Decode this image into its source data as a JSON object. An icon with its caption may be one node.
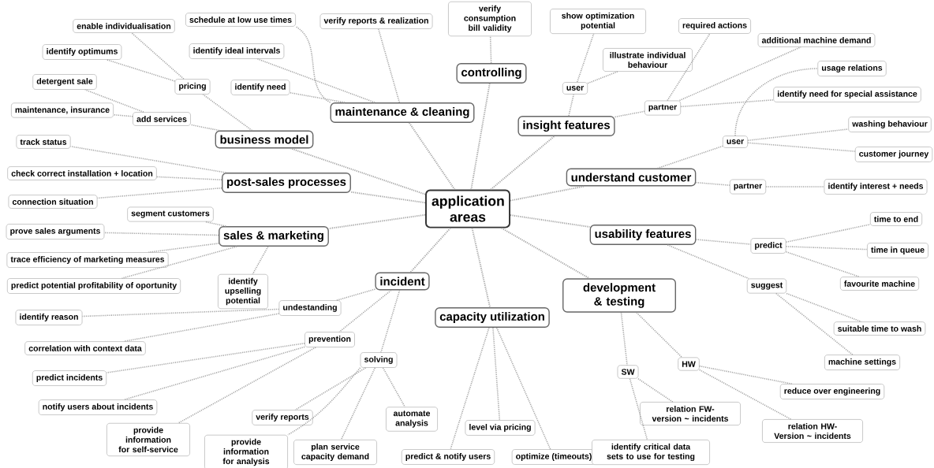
{
  "diagram": {
    "nodes": [
      {
        "text": [
          "application areas"
        ]
      },
      {
        "text": [
          "controlling"
        ]
      },
      {
        "text": [
          "verify consumption bill validity"
        ]
      },
      {
        "text": [
          "maintenance & cleaning"
        ]
      },
      {
        "text": [
          "schedule at low use times"
        ]
      },
      {
        "text": [
          "verify reports & realization"
        ]
      },
      {
        "text": [
          "identify ideal intervals"
        ]
      },
      {
        "text": [
          "identify need"
        ]
      },
      {
        "text": [
          "business model"
        ]
      },
      {
        "text": [
          "pricing"
        ]
      },
      {
        "text": [
          "enable individualisation"
        ]
      },
      {
        "text": [
          "identify optimums"
        ]
      },
      {
        "text": [
          "add services"
        ]
      },
      {
        "text": [
          "detergent sale"
        ]
      },
      {
        "text": [
          "maintenance, insurance"
        ]
      },
      {
        "text": [
          "post-sales processes"
        ]
      },
      {
        "text": [
          "track status"
        ]
      },
      {
        "text": [
          "check correct installation + location"
        ]
      },
      {
        "text": [
          "connection situation"
        ]
      },
      {
        "text": [
          "sales & marketing"
        ]
      },
      {
        "text": [
          "segment customers"
        ]
      },
      {
        "text": [
          "prove sales arguments"
        ]
      },
      {
        "text": [
          "trace efficiency of marketing measures"
        ]
      },
      {
        "text": [
          "predict potential profitability of oportunity"
        ]
      },
      {
        "text": [
          "identify upselling potential"
        ]
      },
      {
        "text": [
          "incident"
        ]
      },
      {
        "text": [
          "undestanding"
        ]
      },
      {
        "text": [
          "identify reason"
        ]
      },
      {
        "text": [
          "correlation with context data"
        ]
      },
      {
        "text": [
          "prevention"
        ]
      },
      {
        "text": [
          "predict incidents"
        ]
      },
      {
        "text": [
          "notify users about incidents"
        ]
      },
      {
        "text": [
          "solving"
        ]
      },
      {
        "text": [
          "verify reports"
        ]
      },
      {
        "text": [
          "provide information for self-service"
        ]
      },
      {
        "text": [
          "provide information for analysis"
        ]
      },
      {
        "text": [
          "plan service capacity demand"
        ]
      },
      {
        "text": [
          "automate analysis"
        ]
      },
      {
        "text": [
          "capacity utilization"
        ]
      },
      {
        "text": [
          "level via pricing"
        ]
      },
      {
        "text": [
          "predict & notify users"
        ]
      },
      {
        "text": [
          "optimize (timeouts)"
        ]
      },
      {
        "text": [
          "insight features"
        ]
      },
      {
        "text": [
          "user"
        ]
      },
      {
        "text": [
          "show optimization potential"
        ]
      },
      {
        "text": [
          "illustrate individual behaviour"
        ]
      },
      {
        "text": [
          "partner"
        ]
      },
      {
        "text": [
          "required actions"
        ]
      },
      {
        "text": [
          "additional machine demand"
        ]
      },
      {
        "text": [
          "usage relations"
        ]
      },
      {
        "text": [
          "identify need for special assistance"
        ]
      },
      {
        "text": [
          "understand customer"
        ]
      },
      {
        "text": [
          "user"
        ]
      },
      {
        "text": [
          "washing behaviour"
        ]
      },
      {
        "text": [
          "customer journey"
        ]
      },
      {
        "text": [
          "partner"
        ]
      },
      {
        "text": [
          "identify interest + needs"
        ]
      },
      {
        "text": [
          "usability features"
        ]
      },
      {
        "text": [
          "predict"
        ]
      },
      {
        "text": [
          "time to end"
        ]
      },
      {
        "text": [
          "time in queue"
        ]
      },
      {
        "text": [
          "favourite machine"
        ]
      },
      {
        "text": [
          "suggest"
        ]
      },
      {
        "text": [
          "suitable time to wash"
        ]
      },
      {
        "text": [
          "machine settings"
        ]
      },
      {
        "text": [
          "development & testing"
        ]
      },
      {
        "text": [
          "SW"
        ]
      },
      {
        "text": [
          "HW"
        ]
      },
      {
        "text": [
          "reduce over engineering"
        ]
      },
      {
        "text": [
          "relation FW-version ~ incidents"
        ]
      },
      {
        "text": [
          "relation HW-Version ~ incidents"
        ]
      },
      {
        "text": [
          "identify critical data sets to use for testing"
        ]
      }
    ],
    "edges": [
      {
        "from": 0,
        "to": 1,
        "arrow": "none"
      },
      {
        "from": 1,
        "to": 2,
        "arrow": "none"
      },
      {
        "from": 0,
        "to": 3,
        "arrow": "none"
      },
      {
        "from": 3,
        "to": 4,
        "arrow": "none"
      },
      {
        "from": 3,
        "to": 5,
        "arrow": "none"
      },
      {
        "from": 3,
        "to": 6,
        "arrow": "none"
      },
      {
        "from": 3,
        "to": 7,
        "arrow": "none"
      },
      {
        "from": 0,
        "to": 8,
        "arrow": "none"
      },
      {
        "from": 8,
        "to": 9,
        "arrow": "none"
      },
      {
        "from": 9,
        "to": 10,
        "arrow": "none"
      },
      {
        "from": 9,
        "to": 11,
        "arrow": "none"
      },
      {
        "from": 8,
        "to": 12,
        "arrow": "none"
      },
      {
        "from": 12,
        "to": 13,
        "arrow": "none"
      },
      {
        "from": 12,
        "to": 14,
        "arrow": "none"
      },
      {
        "from": 0,
        "to": 15,
        "arrow": "none"
      },
      {
        "from": 15,
        "to": 16,
        "arrow": "none"
      },
      {
        "from": 15,
        "to": 17,
        "arrow": "none"
      },
      {
        "from": 15,
        "to": 18,
        "arrow": "none"
      },
      {
        "from": 0,
        "to": 19,
        "arrow": "none"
      },
      {
        "from": 19,
        "to": 20,
        "arrow": "none"
      },
      {
        "from": 19,
        "to": 21,
        "arrow": "none"
      },
      {
        "from": 19,
        "to": 22,
        "arrow": "none"
      },
      {
        "from": 19,
        "to": 23,
        "arrow": "none"
      },
      {
        "from": 19,
        "to": 24,
        "arrow": "none"
      },
      {
        "from": 0,
        "to": 25,
        "arrow": "none"
      },
      {
        "from": 25,
        "to": 26,
        "arrow": "none"
      },
      {
        "from": 26,
        "to": 27,
        "arrow": "none"
      },
      {
        "from": 26,
        "to": 28,
        "arrow": "none"
      },
      {
        "from": 25,
        "to": 29,
        "arrow": "none"
      },
      {
        "from": 29,
        "to": 30,
        "arrow": "none"
      },
      {
        "from": 29,
        "to": 31,
        "arrow": "none"
      },
      {
        "from": 29,
        "to": 34,
        "arrow": "none"
      },
      {
        "from": 25,
        "to": 32,
        "arrow": "none"
      },
      {
        "from": 32,
        "to": 33,
        "arrow": "none"
      },
      {
        "from": 32,
        "to": 35,
        "arrow": "none"
      },
      {
        "from": 32,
        "to": 36,
        "arrow": "none"
      },
      {
        "from": 32,
        "to": 37,
        "arrow": "none"
      },
      {
        "from": 0,
        "to": 38,
        "arrow": "none"
      },
      {
        "from": 38,
        "to": 39,
        "arrow": "none"
      },
      {
        "from": 38,
        "to": 40,
        "arrow": "none"
      },
      {
        "from": 38,
        "to": 41,
        "arrow": "none"
      },
      {
        "from": 0,
        "to": 42,
        "arrow": "none"
      },
      {
        "from": 42,
        "to": 43,
        "arrow": "none"
      },
      {
        "from": 43,
        "to": 44,
        "arrow": "none"
      },
      {
        "from": 43,
        "to": 45,
        "arrow": "none"
      },
      {
        "from": 42,
        "to": 46,
        "arrow": "none"
      },
      {
        "from": 46,
        "to": 47,
        "arrow": "none"
      },
      {
        "from": 46,
        "to": 48,
        "arrow": "none"
      },
      {
        "from": 46,
        "to": 50,
        "arrow": "none"
      },
      {
        "from": 0,
        "to": 51,
        "arrow": "none"
      },
      {
        "from": 51,
        "to": 52,
        "arrow": "none"
      },
      {
        "from": 52,
        "to": 49,
        "arrow": "none"
      },
      {
        "from": 52,
        "to": 53,
        "arrow": "none"
      },
      {
        "from": 52,
        "to": 54,
        "arrow": "none"
      },
      {
        "from": 51,
        "to": 55,
        "arrow": "none"
      },
      {
        "from": 55,
        "to": 56,
        "arrow": "none"
      },
      {
        "from": 0,
        "to": 57,
        "arrow": "none"
      },
      {
        "from": 57,
        "to": 58,
        "arrow": "none"
      },
      {
        "from": 58,
        "to": 59,
        "arrow": "none"
      },
      {
        "from": 58,
        "to": 60,
        "arrow": "none"
      },
      {
        "from": 58,
        "to": 61,
        "arrow": "none"
      },
      {
        "from": 57,
        "to": 62,
        "arrow": "none"
      },
      {
        "from": 62,
        "to": 63,
        "arrow": "none"
      },
      {
        "from": 62,
        "to": 64,
        "arrow": "none"
      },
      {
        "from": 0,
        "to": 65,
        "arrow": "none"
      },
      {
        "from": 65,
        "to": 66,
        "arrow": "none"
      },
      {
        "from": 66,
        "to": 69,
        "arrow": "none"
      },
      {
        "from": 66,
        "to": 71,
        "arrow": "none"
      },
      {
        "from": 65,
        "to": 67,
        "arrow": "none"
      },
      {
        "from": 67,
        "to": 68,
        "arrow": "none"
      },
      {
        "from": 67,
        "to": 70,
        "arrow": "none"
      }
    ]
  }
}
